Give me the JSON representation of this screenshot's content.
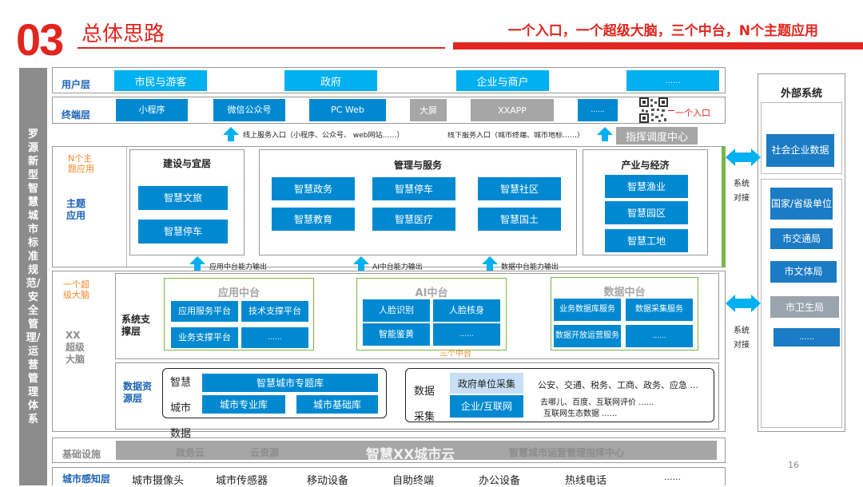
{
  "header": {
    "number": "03",
    "title": "总体思路",
    "slogan": "一个入口，一个超级大脑，三个中台，N个主题应用"
  },
  "side_title": "罗源新型智慧城市标准规范/安全管理/运营管理体系",
  "user_layer": {
    "label": "用户层",
    "items": [
      "市民与游客",
      "政府",
      "企业与商户",
      "......"
    ]
  },
  "terminal_layer": {
    "label": "终端层",
    "items": [
      "小程序",
      "微信公众号",
      "PC Web",
      "大屏",
      "XXAPP",
      "......"
    ],
    "qr_label": "一个入口"
  },
  "service_entries": {
    "online": "线上服务入口（小程序、公众号、 web网站……）",
    "offline": "线下服务入口（城市终端、城市地标……）",
    "dispatch": "指挥调度中心"
  },
  "theme": {
    "n_label": "N个主题应用",
    "label": "主题应用",
    "groups": [
      {
        "title": "建设与宜居",
        "items": [
          "智慧文旅",
          "智慧停车"
        ]
      },
      {
        "title": "管理与服务",
        "items": [
          "智慧政务",
          "智慧停车",
          "智慧社区",
          "智慧教育",
          "智慧医疗",
          "智慧国土"
        ]
      },
      {
        "title": "产业与经济",
        "items": [
          "智慧渔业",
          "智慧园区",
          "智慧工地"
        ]
      }
    ],
    "outputs": [
      "应用中台能力输出",
      "AI中台能力输出",
      "数据中台能力输出"
    ]
  },
  "brain": {
    "super_label": "一个超级大脑",
    "xx_label": "XX超级大脑",
    "system_label": "系统支撑层",
    "three_label": "三个中台",
    "platforms": [
      {
        "title": "应用中台",
        "items": [
          "应用服务平台",
          "技术支撑平台",
          "业务支撑平台",
          "......"
        ]
      },
      {
        "title": "AI中台",
        "items": [
          "人脸识别",
          "人脸核身",
          "智能鉴黄",
          "......"
        ]
      },
      {
        "title": "数据中台",
        "items": [
          "业务数据库服务",
          "数据采集服务",
          "数据开放运营服务",
          "......"
        ]
      }
    ]
  },
  "data_layer": {
    "label": "数据资源层",
    "city_label": [
      "智慧",
      "城市",
      "数据"
    ],
    "dbs": [
      "智慧城市专题库",
      "城市专业库",
      "城市基础库"
    ],
    "collect_label": [
      "数据",
      "采集"
    ],
    "gov": "政府单位采集",
    "gov_desc": "公安、交通、税务、工商、政务、应急 ...",
    "ent": "企业/互联网",
    "ent_desc1": "去哪儿、百度、互联网评价 ......",
    "ent_desc2": "互联网生态数据 ......"
  },
  "infra": {
    "label": "基础设施",
    "items": [
      "政务云",
      "云资源",
      "智慧XX城市云",
      "智慧城市运营管理指挥中心"
    ]
  },
  "sense": {
    "label": "城市感知层",
    "items": [
      "城市摄像头",
      "城市传感器",
      "移动设备",
      "自助终端",
      "办公设备",
      "热线电话",
      "......"
    ]
  },
  "external": {
    "title": "外部系统",
    "items": [
      "社会企业数据",
      "国家/省级单位",
      "市交通局",
      "市文体局",
      "市卫生局",
      "......"
    ],
    "dock": [
      "系统对接",
      "系统对接"
    ]
  },
  "page_number": "16"
}
